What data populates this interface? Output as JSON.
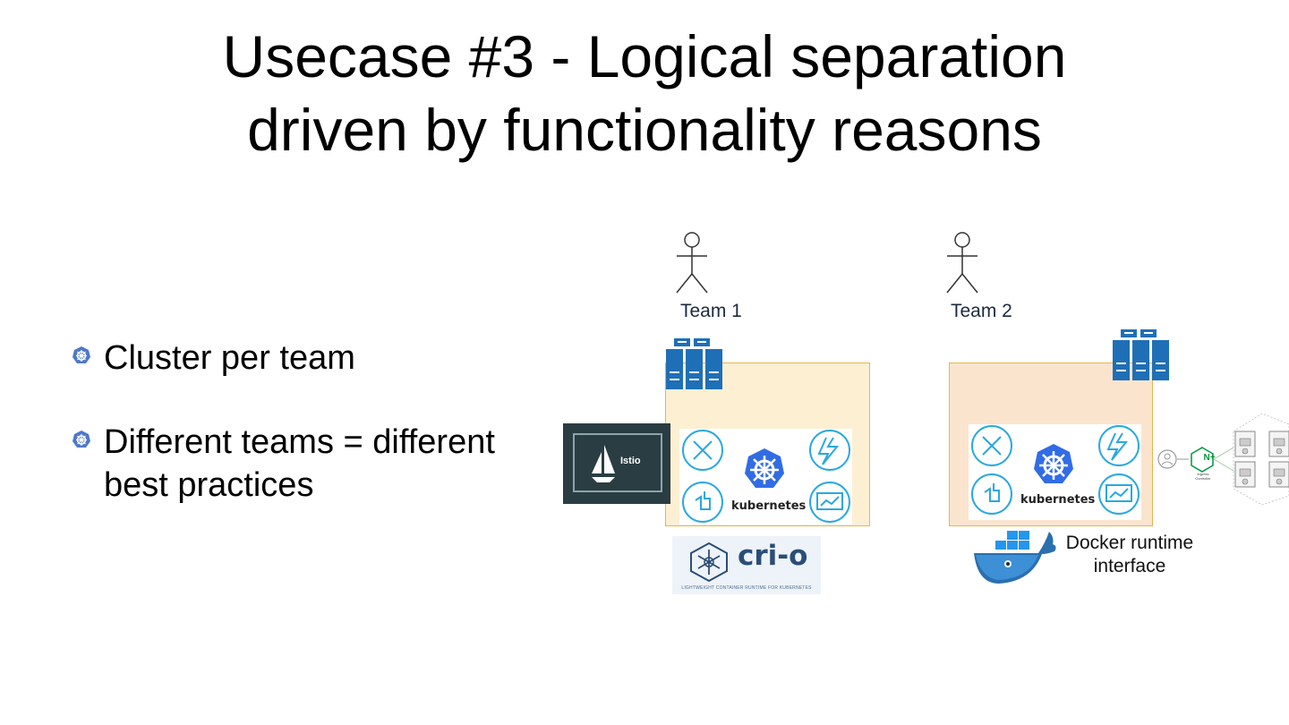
{
  "slide": {
    "title_line1": "Usecase #3 - Logical separation",
    "title_line2": "driven by functionality reasons"
  },
  "bullets": [
    {
      "text": "Cluster per team"
    },
    {
      "text_line1": "Different teams = different",
      "text_line2": "best practices"
    }
  ],
  "diagram": {
    "team1": {
      "label": "Team 1",
      "k8s_label": "kubernetes",
      "istio_label": "Istio"
    },
    "team2": {
      "label": "Team 2",
      "k8s_label": "kubernetes"
    },
    "crio": {
      "label": "cri-o",
      "tagline": "LIGHTWEIGHT CONTAINER RUNTIME FOR KUBERNETES"
    },
    "docker": {
      "label_line1": "Docker runtime",
      "label_line2": "interface"
    },
    "ingress": {
      "badge": "N+",
      "label_line1": "Ingress",
      "label_line2": "Controller"
    },
    "colors": {
      "k8s_blue": "#326ce5",
      "server_blue": "#1f6fb7",
      "icon_cyan": "#29a8e0",
      "nginx_green": "#009639",
      "docker_blue": "#2496ed"
    }
  }
}
